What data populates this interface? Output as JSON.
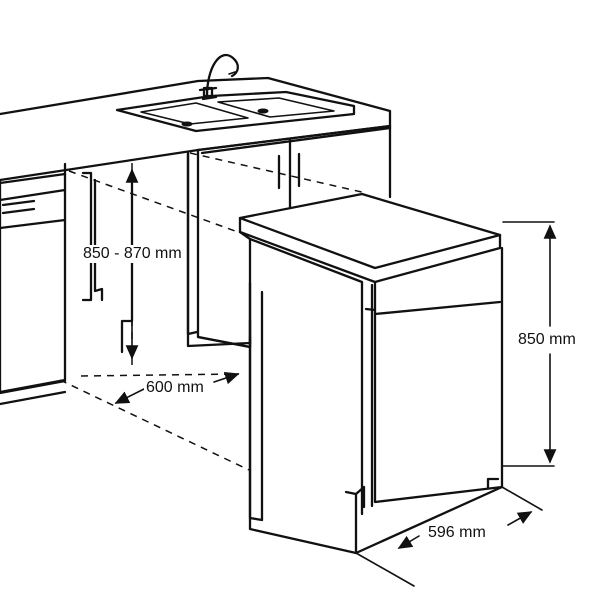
{
  "dimensions": {
    "height_range": "850 - 870 mm",
    "depth": "600 mm",
    "height": "850 mm",
    "width": "596 mm"
  }
}
